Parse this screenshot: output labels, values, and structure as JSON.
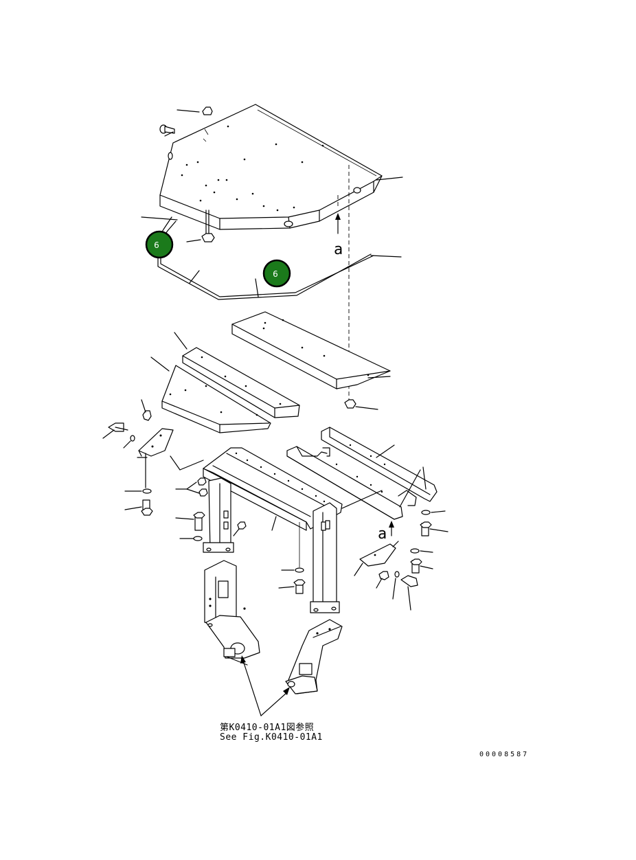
{
  "callouts": [
    {
      "number": "6"
    },
    {
      "number": "6"
    }
  ],
  "view_arrow_labels": [
    "a",
    "a"
  ],
  "reference_note": {
    "japanese": "第K0410-01A1図参照",
    "english": "See Fig.K0410-01A1"
  },
  "document_number": "00008587",
  "colors": {
    "callout_fill": "#1b7a1b",
    "line": "#000000",
    "background": "#ffffff"
  }
}
